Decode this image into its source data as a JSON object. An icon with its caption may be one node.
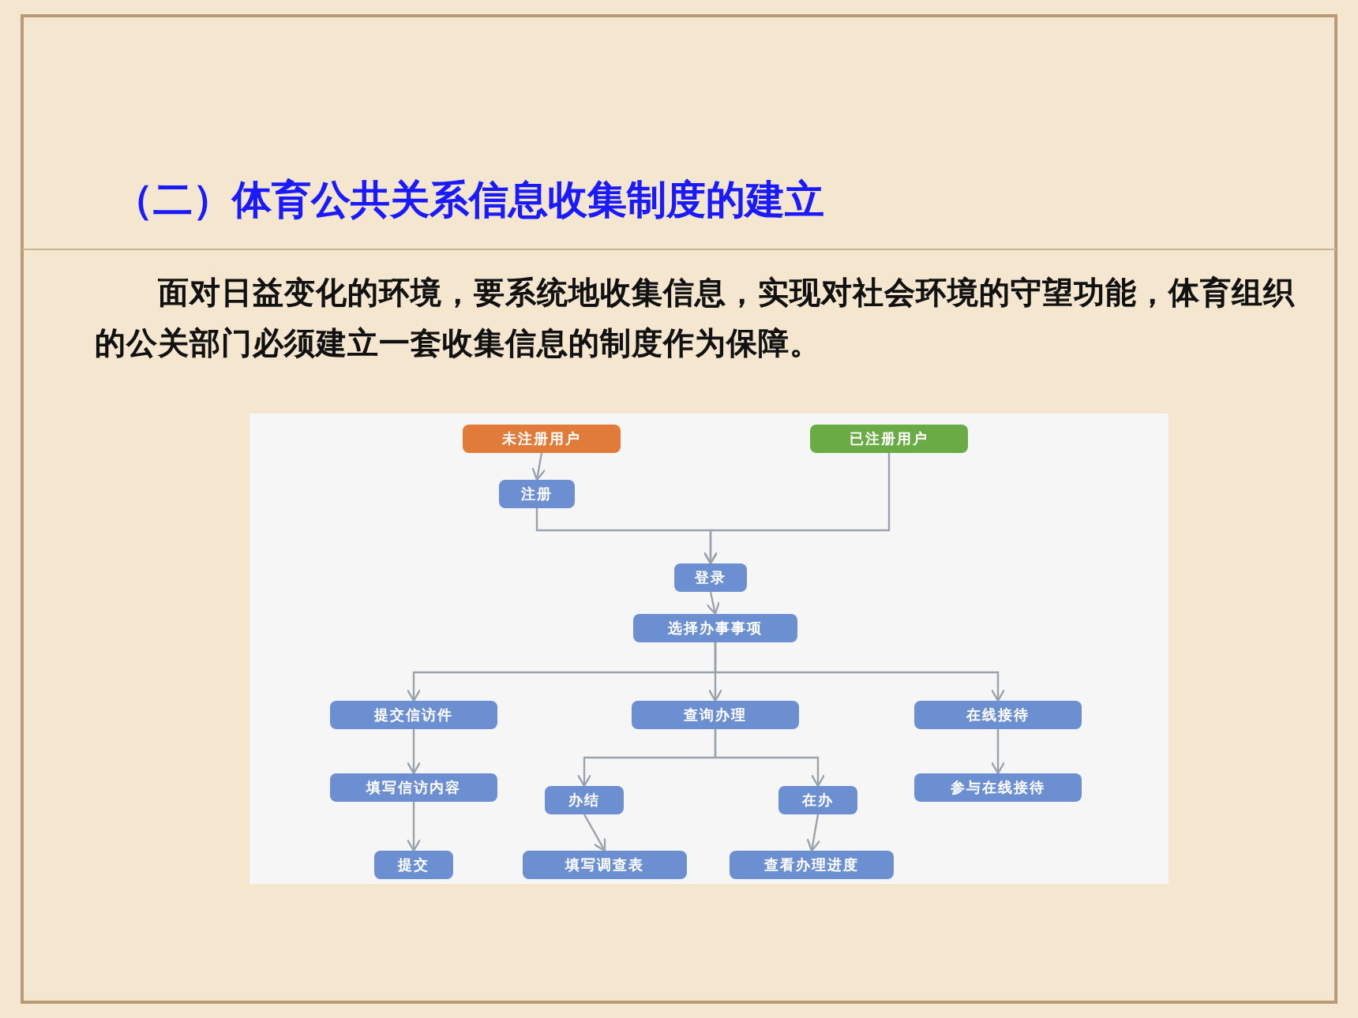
{
  "diagram": {
    "title": "（二）体育公共关系信息收集制度的建立",
    "nodes": [
      {
        "text": [
          "未注册用户"
        ]
      },
      {
        "text": [
          "已注册用户"
        ]
      },
      {
        "text": [
          "注册"
        ]
      },
      {
        "text": [
          "登录"
        ]
      },
      {
        "text": [
          "选择办事事项"
        ]
      },
      {
        "text": [
          "提交信访件"
        ]
      },
      {
        "text": [
          "查询办理"
        ]
      },
      {
        "text": [
          "在线接待"
        ]
      },
      {
        "text": [
          "填写信访内容"
        ]
      },
      {
        "text": [
          "办结"
        ]
      },
      {
        "text": [
          "在办"
        ]
      },
      {
        "text": [
          "参与在线接待"
        ]
      },
      {
        "text": [
          "提交"
        ]
      },
      {
        "text": [
          "填写调查表"
        ]
      },
      {
        "text": [
          "查看办理进度"
        ]
      }
    ],
    "edges": [
      {
        "from": 0,
        "to": 2,
        "arrow": "to"
      },
      {
        "from": 2,
        "to": 3,
        "arrow": "to"
      },
      {
        "from": 1,
        "to": 3,
        "arrow": "to"
      },
      {
        "from": 3,
        "to": 4,
        "arrow": "to"
      },
      {
        "from": 4,
        "to": 5,
        "arrow": "to"
      },
      {
        "from": 4,
        "to": 6,
        "arrow": "to"
      },
      {
        "from": 4,
        "to": 7,
        "arrow": "to"
      },
      {
        "from": 5,
        "to": 8,
        "arrow": "to"
      },
      {
        "from": 8,
        "to": 12,
        "arrow": "to"
      },
      {
        "from": 6,
        "to": 9,
        "arrow": "to"
      },
      {
        "from": 6,
        "to": 10,
        "arrow": "to"
      },
      {
        "from": 9,
        "to": 13,
        "arrow": "to"
      },
      {
        "from": 10,
        "to": 14,
        "arrow": "to"
      },
      {
        "from": 7,
        "to": 11,
        "arrow": "to"
      }
    ],
    "labels": [
      "面对日益变化的环境，要系统地收集信息，实现对社会环境的守望功能，体育组织的公关部门必须建立一套收集信息的制度作为保障。"
    ]
  }
}
